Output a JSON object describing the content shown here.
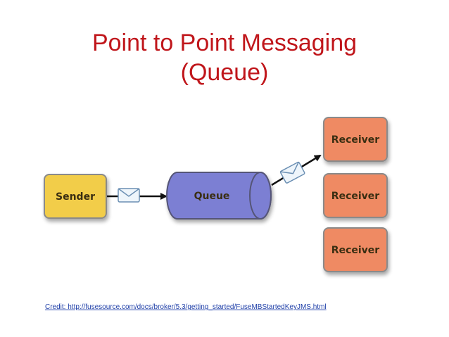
{
  "title": {
    "line1": "Point to Point Messaging",
    "line2": "(Queue)",
    "color": "#c0161b"
  },
  "diagram": {
    "sender": {
      "label": "Sender",
      "color": "#f2cd4a"
    },
    "queue": {
      "label": "Queue",
      "color": "#7b7fd3"
    },
    "receivers": [
      {
        "label": "Receiver"
      },
      {
        "label": "Receiver"
      },
      {
        "label": "Receiver"
      }
    ],
    "receiver_color": "#ef8a64",
    "message_icon": "envelope-icon"
  },
  "credit": {
    "text": "Credit: http://fusesource.com/docs/broker/5.3/getting_started/FuseMBStartedKeyJMS.html"
  }
}
